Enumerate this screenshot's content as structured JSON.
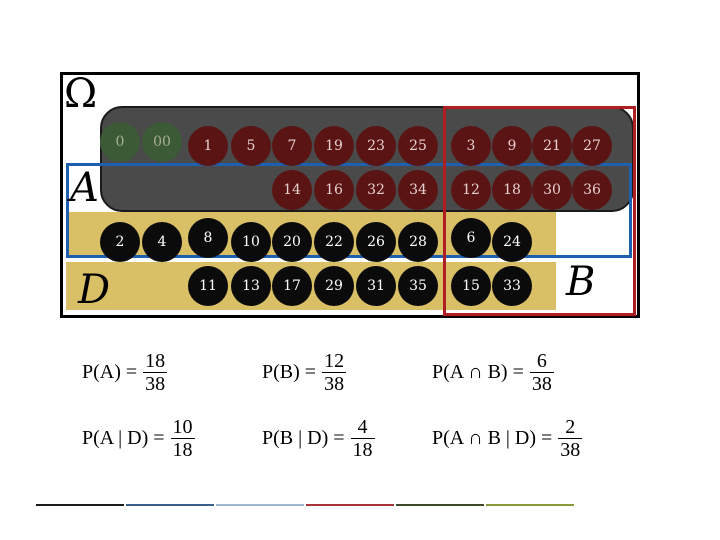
{
  "diagram": {
    "omega_label": "Ω",
    "set_a_label": "A",
    "set_b_label": "B",
    "set_d_label": "D",
    "colors": {
      "dark_band": "#4a4a4a",
      "yellow_band": "#d9bf66",
      "set_a_border": "#1f5fb0",
      "set_b_border": "#b01e24",
      "green_ball": "#3d5a36",
      "red_ball": "#5a1414",
      "black_ball": "#0b0b0b"
    },
    "balls": [
      {
        "label": "0",
        "color": "green"
      },
      {
        "label": "00",
        "color": "green"
      },
      {
        "label": "1",
        "color": "red"
      },
      {
        "label": "5",
        "color": "red"
      },
      {
        "label": "7",
        "color": "red"
      },
      {
        "label": "19",
        "color": "red"
      },
      {
        "label": "23",
        "color": "red"
      },
      {
        "label": "25",
        "color": "red"
      },
      {
        "label": "3",
        "color": "red"
      },
      {
        "label": "9",
        "color": "red"
      },
      {
        "label": "21",
        "color": "red"
      },
      {
        "label": "27",
        "color": "red"
      },
      {
        "label": "14",
        "color": "red"
      },
      {
        "label": "16",
        "color": "red"
      },
      {
        "label": "32",
        "color": "red"
      },
      {
        "label": "34",
        "color": "red"
      },
      {
        "label": "12",
        "color": "red"
      },
      {
        "label": "18",
        "color": "red"
      },
      {
        "label": "30",
        "color": "red"
      },
      {
        "label": "36",
        "color": "red"
      },
      {
        "label": "2",
        "color": "black"
      },
      {
        "label": "4",
        "color": "black"
      },
      {
        "label": "8",
        "color": "black"
      },
      {
        "label": "10",
        "color": "black"
      },
      {
        "label": "20",
        "color": "black"
      },
      {
        "label": "22",
        "color": "black"
      },
      {
        "label": "26",
        "color": "black"
      },
      {
        "label": "28",
        "color": "black"
      },
      {
        "label": "6",
        "color": "black"
      },
      {
        "label": "24",
        "color": "black"
      },
      {
        "label": "11",
        "color": "black"
      },
      {
        "label": "13",
        "color": "black"
      },
      {
        "label": "17",
        "color": "black"
      },
      {
        "label": "29",
        "color": "black"
      },
      {
        "label": "31",
        "color": "black"
      },
      {
        "label": "35",
        "color": "black"
      },
      {
        "label": "15",
        "color": "black"
      },
      {
        "label": "33",
        "color": "black"
      }
    ]
  },
  "formulas": [
    {
      "lhs": "P(A) =",
      "num": "18",
      "den": "38"
    },
    {
      "lhs": "P(B) =",
      "num": "12",
      "den": "38"
    },
    {
      "lhs": "P(A ∩ B) =",
      "num": "6",
      "den": "38"
    },
    {
      "lhs": "P(A | D) =",
      "num": "10",
      "den": "18"
    },
    {
      "lhs": "P(B | D) =",
      "num": "4",
      "den": "18"
    },
    {
      "lhs": "P(A ∩ B | D) =",
      "num": "2",
      "den": "38"
    }
  ],
  "footer_stripes": [
    "#1a1a1a",
    "#3b5f8a",
    "#9fb7cf",
    "#a8343a",
    "#3d4a2a",
    "#8a9a3a"
  ]
}
